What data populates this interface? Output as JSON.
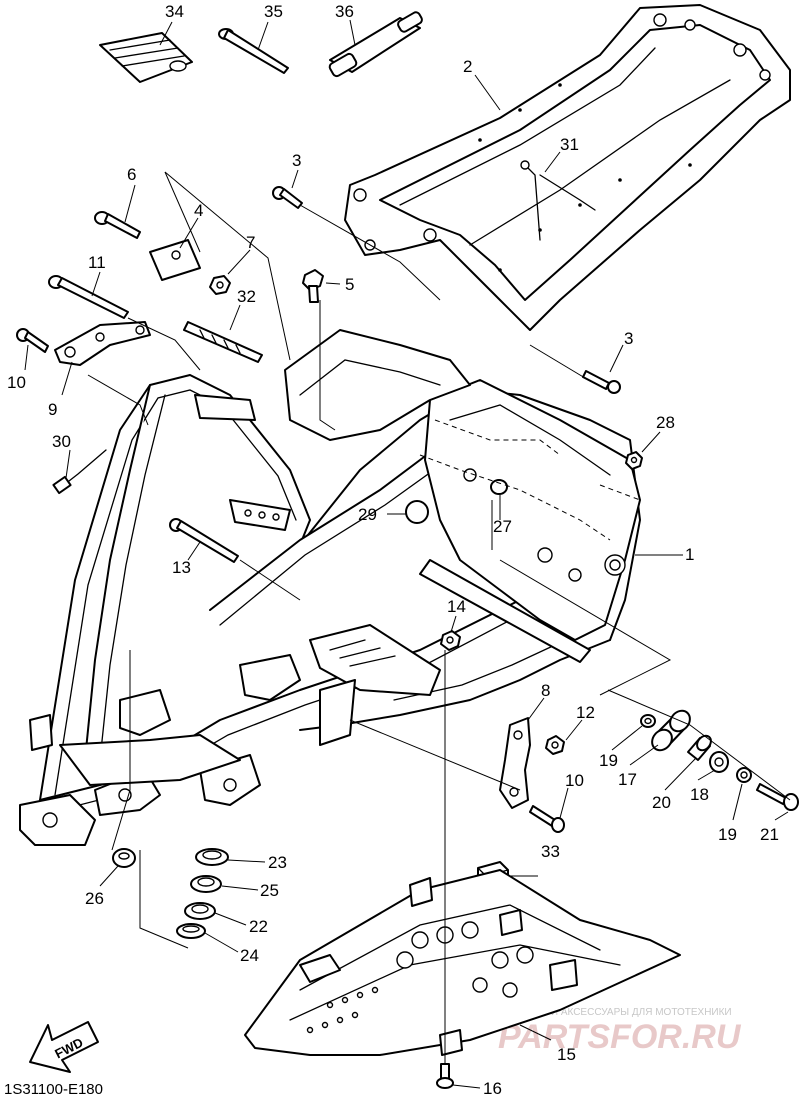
{
  "diagram": {
    "code": "1S31100-E180",
    "direction_label": "FWD",
    "watermark": {
      "subtitle": "ЗАПЧАСТИ И АКСЕССУАРЫ ДЛЯ МОТОТЕХНИКИ",
      "brand": "PARTSFOR.RU"
    },
    "callouts": {
      "p1": "1",
      "p2": "2",
      "p3a": "3",
      "p3b": "3",
      "p4": "4",
      "p5": "5",
      "p6": "6",
      "p7": "7",
      "p8": "8",
      "p9": "9",
      "p10a": "10",
      "p10b": "10",
      "p11": "11",
      "p12": "12",
      "p13": "13",
      "p14": "14",
      "p15": "15",
      "p16": "16",
      "p17": "17",
      "p18": "18",
      "p19a": "19",
      "p19b": "19",
      "p20": "20",
      "p21": "21",
      "p22": "22",
      "p23": "23",
      "p24": "24",
      "p25": "25",
      "p26": "26",
      "p27": "27",
      "p28": "28",
      "p29": "29",
      "p30": "30",
      "p31": "31",
      "p32": "32",
      "p33": "33",
      "p34": "34",
      "p35": "35",
      "p36": "36"
    }
  }
}
